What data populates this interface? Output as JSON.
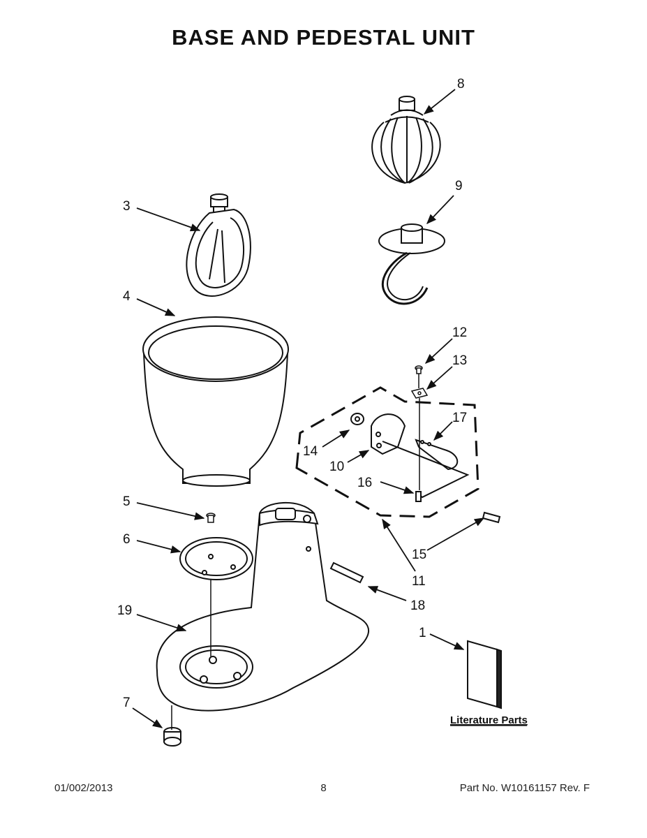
{
  "page": {
    "title": "BASE AND PEDESTAL UNIT",
    "literature_label": "Literature Parts"
  },
  "callouts": {
    "c1": "1",
    "c3": "3",
    "c4": "4",
    "c5": "5",
    "c6": "6",
    "c7": "7",
    "c8": "8",
    "c9": "9",
    "c10": "10",
    "c11": "11",
    "c12": "12",
    "c13": "13",
    "c14": "14",
    "c15": "15",
    "c16": "16",
    "c17": "17",
    "c18": "18",
    "c19": "19"
  },
  "footer": {
    "date": "01/002/2013",
    "page_number": "8",
    "part_info": "Part No.  W10161157  Rev.  F"
  }
}
